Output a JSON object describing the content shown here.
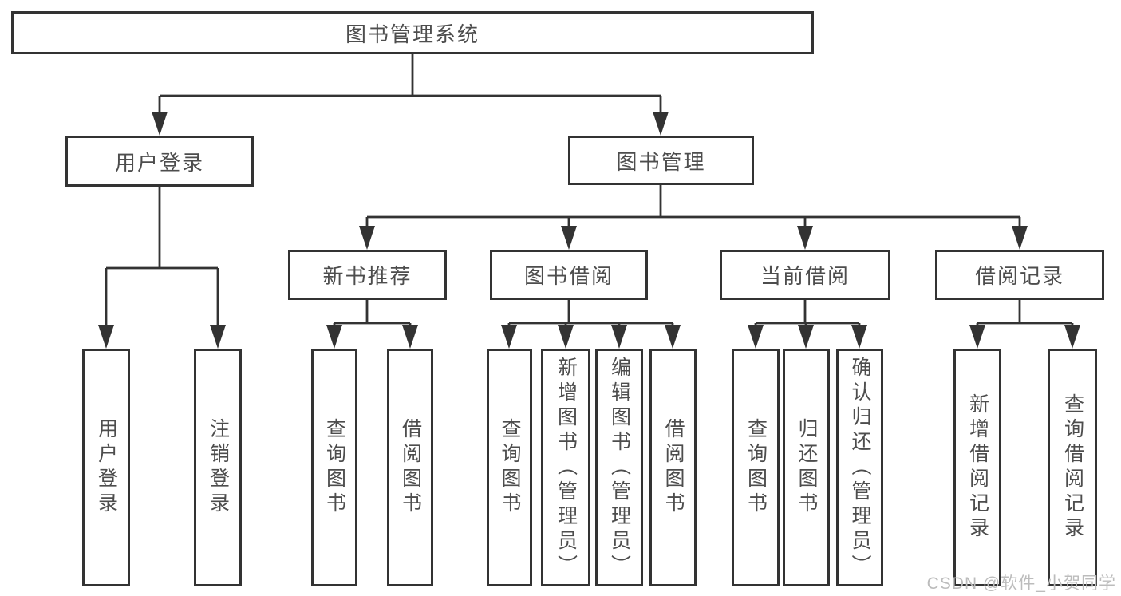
{
  "diagram": {
    "type": "tree",
    "root": {
      "label": "图书管理系统",
      "children": [
        {
          "label": "用户登录",
          "children": [
            {
              "label": "用户登录"
            },
            {
              "label": "注销登录"
            }
          ]
        },
        {
          "label": "图书管理",
          "children": [
            {
              "label": "新书推荐",
              "children": [
                {
                  "label": "查询图书"
                },
                {
                  "label": "借阅图书"
                }
              ]
            },
            {
              "label": "图书借阅",
              "children": [
                {
                  "label": "查询图书"
                },
                {
                  "label": "新增图书（管理员）"
                },
                {
                  "label": "编辑图书（管理员）"
                },
                {
                  "label": "借阅图书"
                }
              ]
            },
            {
              "label": "当前借阅",
              "children": [
                {
                  "label": "查询图书"
                },
                {
                  "label": "归还图书"
                },
                {
                  "label": "确认归还（管理员）"
                }
              ]
            },
            {
              "label": "借阅记录",
              "children": [
                {
                  "label": "新增借阅记录"
                },
                {
                  "label": "查询借阅记录"
                }
              ]
            }
          ]
        }
      ]
    },
    "colors": {
      "line": "#333333",
      "text": "#4d4d4d",
      "background": "#ffffff",
      "watermark_color": "#bcbcbc"
    }
  },
  "watermark": "CSDN @软件_小贺同学"
}
